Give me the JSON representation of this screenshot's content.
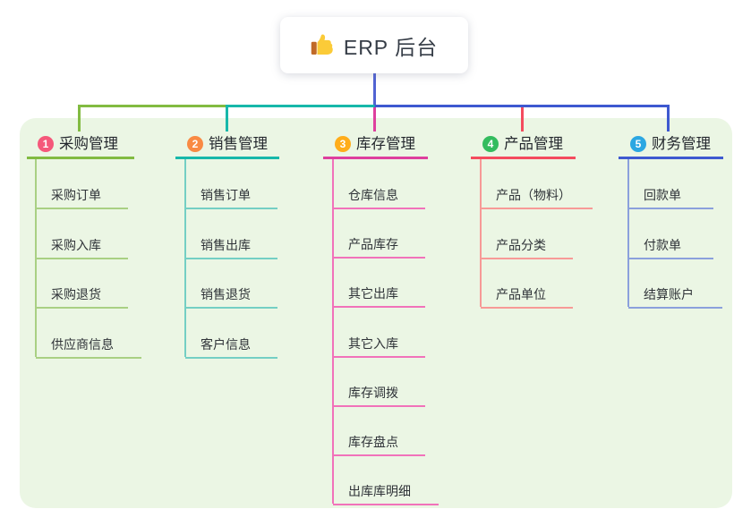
{
  "root": {
    "label": "ERP 后台",
    "icon": "thumbs-up-icon"
  },
  "branches": [
    {
      "index": "1",
      "title": "采购管理",
      "items": [
        {
          "label": "采购订单"
        },
        {
          "label": "采购入库"
        },
        {
          "label": "采购退货"
        },
        {
          "label": "供应商信息"
        }
      ]
    },
    {
      "index": "2",
      "title": "销售管理",
      "items": [
        {
          "label": "销售订单"
        },
        {
          "label": "销售出库"
        },
        {
          "label": "销售退货"
        },
        {
          "label": "客户信息"
        }
      ]
    },
    {
      "index": "3",
      "title": "库存管理",
      "items": [
        {
          "label": "仓库信息"
        },
        {
          "label": "产品库存"
        },
        {
          "label": "其它出库"
        },
        {
          "label": "其它入库"
        },
        {
          "label": "库存调拨"
        },
        {
          "label": "库存盘点"
        },
        {
          "label": "出库库明细"
        }
      ]
    },
    {
      "index": "4",
      "title": "产品管理",
      "items": [
        {
          "label": "产品（物料）"
        },
        {
          "label": "产品分类"
        },
        {
          "label": "产品单位"
        }
      ]
    },
    {
      "index": "5",
      "title": "财务管理",
      "items": [
        {
          "label": "回款单"
        },
        {
          "label": "付款单"
        },
        {
          "label": "结算账户"
        }
      ]
    }
  ],
  "colors": {
    "root_line": "#5163D3",
    "panel_bg": "#EBF6E4",
    "b1": "#82BB41",
    "b1_light": "#A9D083",
    "b1_badge": "#F5587A",
    "b2": "#17B8AA",
    "b2_light": "#74CFC4",
    "b2_badge": "#F98A43",
    "b3": "#DE3F9E",
    "b3_light": "#F172BA",
    "b3_badge": "#FFAD1A",
    "b4": "#F44B5E",
    "b4_light": "#F79A97",
    "b4_badge": "#33BC5E",
    "b5": "#3E59D0",
    "b5_light": "#8BA0DC",
    "b5_badge": "#2BA7E2"
  }
}
